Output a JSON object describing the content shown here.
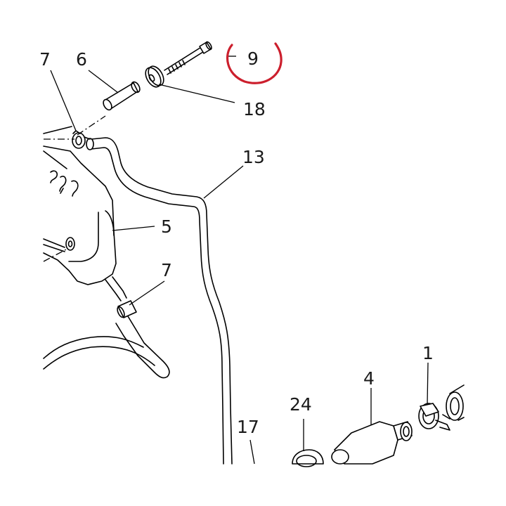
{
  "diagram": {
    "labels": {
      "p7a": "7",
      "p6": "6",
      "p9": "9",
      "p18": "18",
      "p13": "13",
      "p5": "5",
      "p7b": "7",
      "p1": "1",
      "p4": "4",
      "p24": "24",
      "p17": "17"
    },
    "highlight_color": "#cc1f2d",
    "highlighted_part": "9"
  }
}
